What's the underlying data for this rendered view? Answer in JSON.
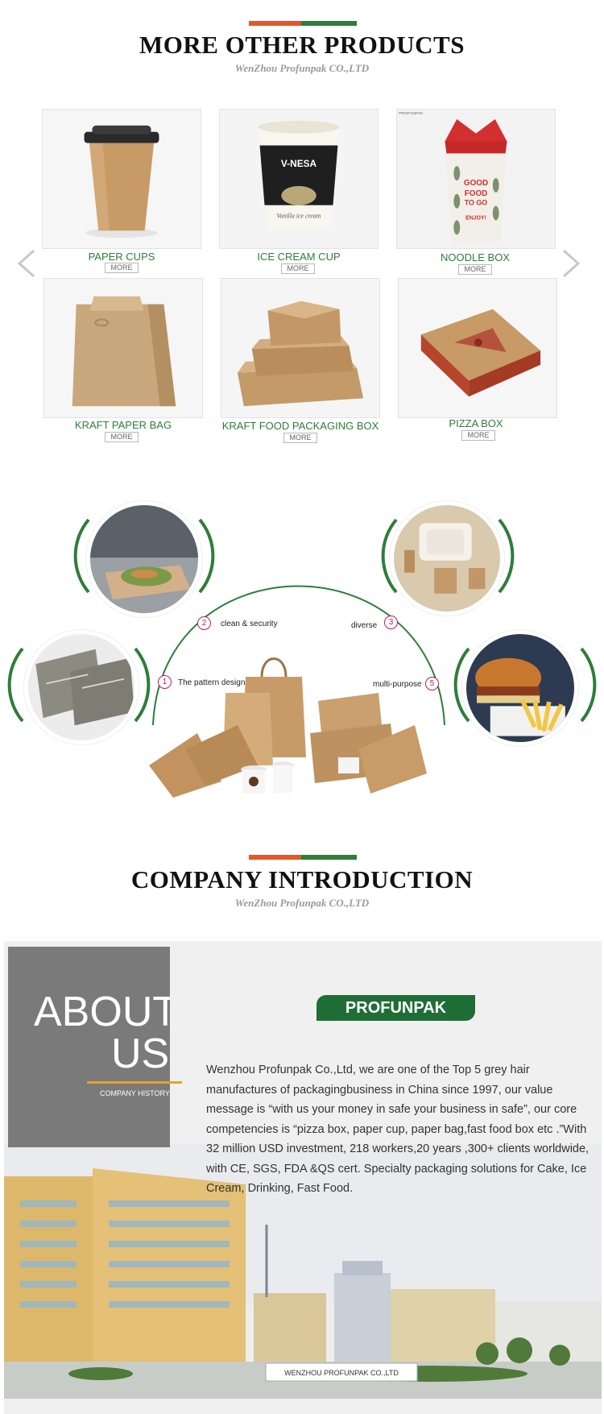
{
  "section_products": {
    "title": "MORE OTHER PRODUCTS",
    "subtitle": "WenZhou Profunpak CO.,LTD"
  },
  "products": [
    {
      "label": "PAPER CUPS",
      "more": "MORE"
    },
    {
      "label": "ICE CREAM CUP",
      "more": "MORE"
    },
    {
      "label": "NOODLE BOX",
      "more": "MORE"
    },
    {
      "label": "KRAFT PAPER BAG",
      "more": "MORE"
    },
    {
      "label": "KRAFT FOOD PACKAGING BOX",
      "more": "MORE"
    },
    {
      "label": "PIZZA BOX",
      "more": "MORE"
    }
  ],
  "product_art": {
    "cup_brand": "V-NESA",
    "cup_flavor": "Vanilla ice cream",
    "noodle_text_1": "GOOD",
    "noodle_text_2": "FOOD",
    "noodle_text_3": "TO GO",
    "noodle_text_4": "ENJOY!",
    "noodle_corner": "PROFUNPAK"
  },
  "features": {
    "items": [
      {
        "num": "1",
        "label": "The pattern design"
      },
      {
        "num": "2",
        "label": "clean & security"
      },
      {
        "num": "3",
        "label": "diverse"
      },
      {
        "num": "5",
        "label": "multi-purpose"
      }
    ]
  },
  "section_company": {
    "title": "COMPANY INTRODUCTION",
    "subtitle": "WenZhou Profunpak CO.,LTD"
  },
  "about": {
    "line1": "ABOUT",
    "line2": "US",
    "history": "COMPANY HISTORY",
    "badge": "PROFUNPAK",
    "paragraph": "Wenzhou Profunpak Co.,Ltd, we are one of the Top 5  grey hair manufactures of packagingbusiness in China since 1997, our value message is “with us your money in safe your business in safe”, our core competencies is “pizza box,  paper cup, paper bag,fast food box etc .”With 32 million USD investment, 218  workers,20 years ,300+ clients worldwide, with CE,  SGS, FDA &QS cert. Specialty packaging solutions for Cake, Ice Cream, Drinking, Fast Food.",
    "building_sign": "WENZHOU PROFUNPAK CO.,LTD"
  },
  "colors": {
    "accent_orange": "#e2572a",
    "brand_green": "#2e7d3a"
  }
}
